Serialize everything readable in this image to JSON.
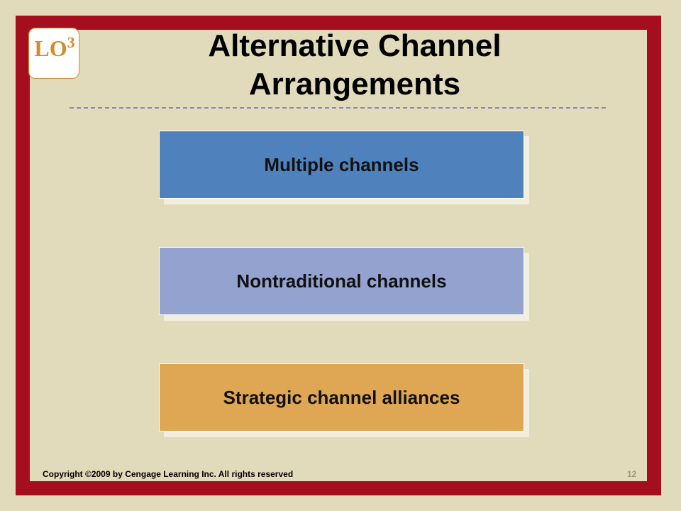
{
  "slide": {
    "lo_label": "LO",
    "lo_number": "3",
    "title": "Alternative Channel Arrangements",
    "items": [
      {
        "label": "Multiple channels",
        "color": "#4f81bd"
      },
      {
        "label": "Nontraditional channels",
        "color": "#94a2cf"
      },
      {
        "label": "Strategic channel alliances",
        "color": "#dfa753"
      }
    ],
    "copyright": "Copyright ©2009 by Cengage Learning Inc. All rights reserved",
    "page_number": "12"
  },
  "colors": {
    "frame": "#a50e1f",
    "background": "#e1dbbb",
    "badge_accent": "#d48c28",
    "title_rule": "#8d88b4"
  }
}
